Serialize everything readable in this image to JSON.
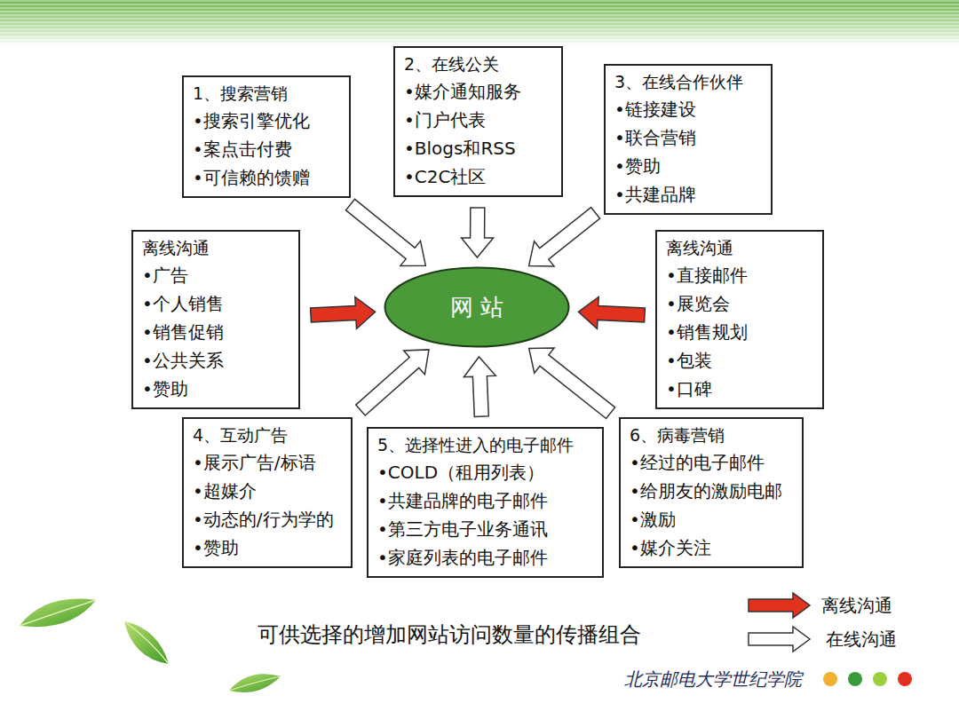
{
  "diagram": {
    "caption": "可供选择的增加网站访问数量的传播组合",
    "nodes": [
      {
        "text": [
          "1、搜索营销",
          "•搜索引擎优化",
          "•案点击付费",
          "•可信赖的馈赠"
        ]
      },
      {
        "text": [
          "2、在线公关",
          "•媒介通知服务",
          "•门户代表",
          "•Blogs和RSS",
          "•C2C社区"
        ]
      },
      {
        "text": [
          "3、在线合作伙伴",
          "•链接建设",
          "•联合营销",
          "•赞助",
          "•共建品牌"
        ]
      },
      {
        "text": [
          "离线沟通",
          "•广告",
          "•个人销售",
          "•销售促销",
          "•公共关系",
          "•赞助"
        ]
      },
      {
        "text": [
          "网 站"
        ]
      },
      {
        "text": [
          "离线沟通",
          "•直接邮件",
          "•展览会",
          "•销售规划",
          "•包装",
          "•口碑"
        ]
      },
      {
        "text": [
          "4、互动广告",
          "•展示广告/标语",
          "•超媒介",
          "•动态的/行为学的",
          "•赞助"
        ]
      },
      {
        "text": [
          "5、选择性进入的电子邮件",
          "•COLD（租用列表）",
          "•共建品牌的电子邮件",
          "•第三方电子业务通讯",
          "•家庭列表的电子邮件"
        ]
      },
      {
        "text": [
          "6、病毒营销",
          "•经过的电子邮件",
          "•给朋友的激励电邮",
          "•激励",
          "•媒介关注"
        ]
      }
    ],
    "edges": [
      {
        "from": 0,
        "to": 4,
        "arrow": "to"
      },
      {
        "from": 1,
        "to": 4,
        "arrow": "to"
      },
      {
        "from": 2,
        "to": 4,
        "arrow": "to"
      },
      {
        "from": 3,
        "to": 4,
        "arrow": "to"
      },
      {
        "from": 5,
        "to": 4,
        "arrow": "to"
      },
      {
        "from": 6,
        "to": 4,
        "arrow": "to"
      },
      {
        "from": 7,
        "to": 4,
        "arrow": "to"
      },
      {
        "from": 8,
        "to": 4,
        "arrow": "to"
      }
    ],
    "labels": [
      "北京邮电大学世纪学院"
    ],
    "legend": [
      {
        "text": "离线沟通"
      },
      {
        "text": "在线沟通"
      }
    ]
  }
}
